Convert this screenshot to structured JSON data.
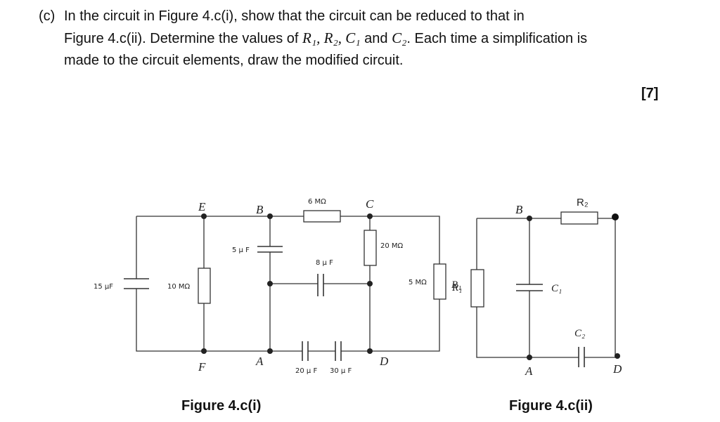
{
  "question": {
    "label": "(c)",
    "line1": "In the circuit in Figure 4.c(i), show that the circuit can be reduced to  that in",
    "line2_pre": "Figure 4.c(ii). Determine the values of ",
    "line2_vars": "R₁, R₂, C₁",
    "line2_and": " and ",
    "line2_var_last": "C₂",
    "line2_post": ". Each time a simplification is",
    "line3": "made to the circuit elements, draw the modified circuit.",
    "marks": "[7]"
  },
  "figure1": {
    "caption": "Figure 4.c(i)",
    "nodes": {
      "E": "E",
      "B": "B",
      "C": "C",
      "F": "F",
      "A": "A",
      "D": "D"
    },
    "components": {
      "c15": "15 μF",
      "r10": "10 MΩ",
      "c5": "5 μ F",
      "r6": "6 MΩ",
      "r20": "20 MΩ",
      "c8": "8 μ F",
      "r5": "5 MΩ",
      "c20": "20 μ F",
      "c30": "30 μ F",
      "r1": "R₁"
    }
  },
  "figure2": {
    "caption": "Figure 4.c(ii)",
    "nodes": {
      "B": "B",
      "A": "A",
      "D": "D"
    },
    "components": {
      "r1": "R₁",
      "r2": "R₂",
      "c1": "C₁",
      "c2": "C₂"
    }
  }
}
